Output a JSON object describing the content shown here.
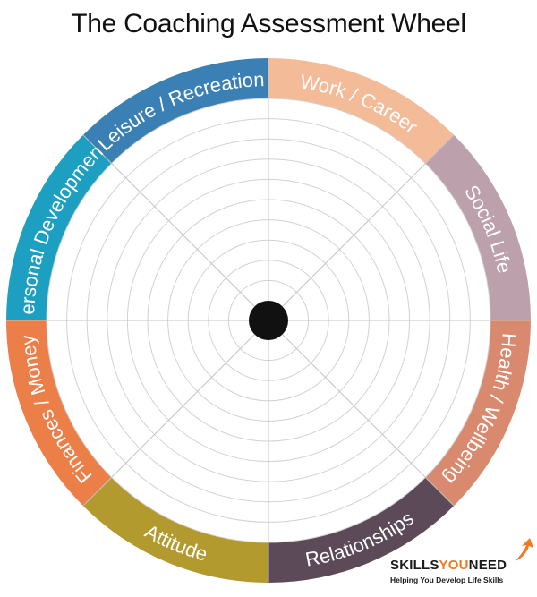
{
  "title": "The Coaching Assessment Wheel",
  "segments": [
    {
      "label": "Work / Career",
      "color": "#f3bb98",
      "flip": false
    },
    {
      "label": "Social Life",
      "color": "#bca0ab",
      "flip": false
    },
    {
      "label": "Health / Wellbeing",
      "color": "#d98a6e",
      "flip": false
    },
    {
      "label": "Relationships",
      "color": "#5c4a58",
      "flip": true
    },
    {
      "label": "Attitude",
      "color": "#b39a2f",
      "flip": true
    },
    {
      "label": "Finances / Money",
      "color": "#ec7e48",
      "flip": false
    },
    {
      "label": "Personal Development",
      "color": "#1c9fc0",
      "flip": false
    },
    {
      "label": "Leisure / Recreation",
      "color": "#3b80b4",
      "flip": false
    }
  ],
  "rings": 10,
  "brand": {
    "name_part1": "SKILLS",
    "name_part2": "YOU",
    "name_part3": "NEED",
    "tagline": "Helping You Develop Life Skills",
    "accent_color": "#f07a22"
  }
}
